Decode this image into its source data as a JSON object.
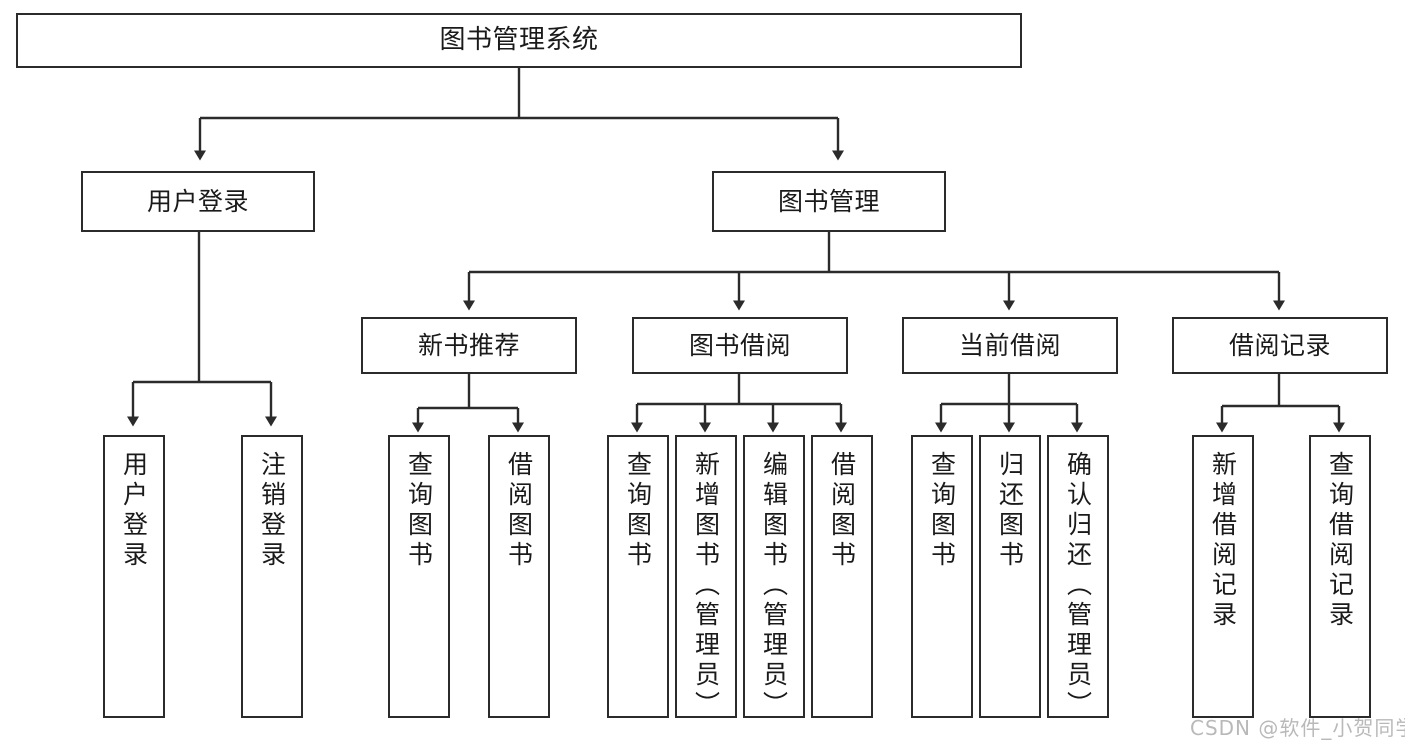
{
  "diagram": {
    "type": "hierarchy-tree",
    "title": "图书管理系统",
    "orientation": "top-down",
    "root": {
      "label": "图书管理系统"
    },
    "level1": [
      {
        "label": "用户登录"
      },
      {
        "label": "图书管理"
      }
    ],
    "level2": [
      {
        "label": "新书推荐"
      },
      {
        "label": "图书借阅"
      },
      {
        "label": "当前借阅"
      },
      {
        "label": "借阅记录"
      }
    ],
    "leaves": {
      "user_login": [
        {
          "label": "用户登录"
        },
        {
          "label": "注销登录"
        }
      ],
      "new_book_recommend": [
        {
          "label": "查询图书"
        },
        {
          "label": "借阅图书"
        }
      ],
      "book_borrow": [
        {
          "label": "查询图书"
        },
        {
          "label": "新增图书（管理员）"
        },
        {
          "label": "编辑图书（管理员）"
        },
        {
          "label": "借阅图书"
        }
      ],
      "current_borrow": [
        {
          "label": "查询图书"
        },
        {
          "label": "归还图书"
        },
        {
          "label": "确认归还（管理员）"
        }
      ],
      "borrow_record": [
        {
          "label": "新增借阅记录"
        },
        {
          "label": "查询借阅记录"
        }
      ]
    }
  },
  "watermark": {
    "text": "CSDN @软件_小贺同学"
  },
  "colors": {
    "stroke": "#2b2b2b",
    "background": "#ffffff",
    "text": "#1a1a1a",
    "watermark": "#b9b9b9"
  }
}
